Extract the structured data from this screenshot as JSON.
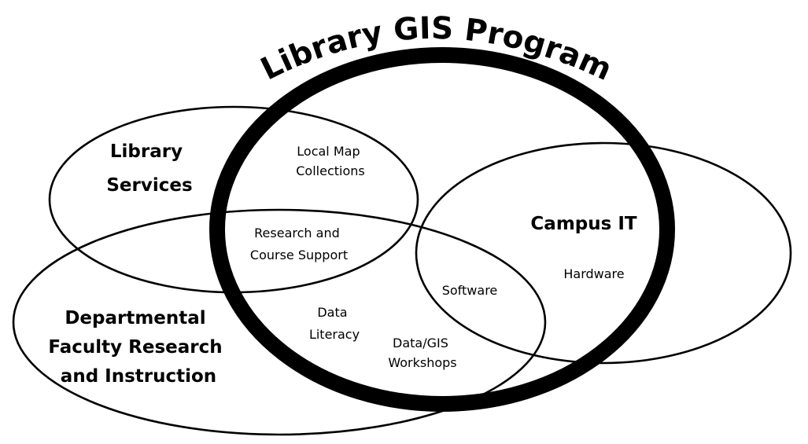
{
  "title": "Library GIS Program",
  "sets": {
    "library_services": [
      "Library",
      "Services"
    ],
    "campus_it": [
      "Campus IT"
    ],
    "departmental": [
      "Departmental",
      "Faculty Research",
      "and Instruction"
    ]
  },
  "regions": {
    "local_map": [
      "Local Map",
      "Collections"
    ],
    "research_support": [
      "Research and",
      "Course Support"
    ],
    "data_literacy": [
      "Data",
      "Literacy"
    ],
    "workshops": [
      "Data/GIS",
      "Workshops"
    ],
    "software": [
      "Software"
    ],
    "hardware": [
      "Hardware"
    ]
  },
  "colors": {
    "outline": "#000000",
    "background": "#ffffff"
  }
}
